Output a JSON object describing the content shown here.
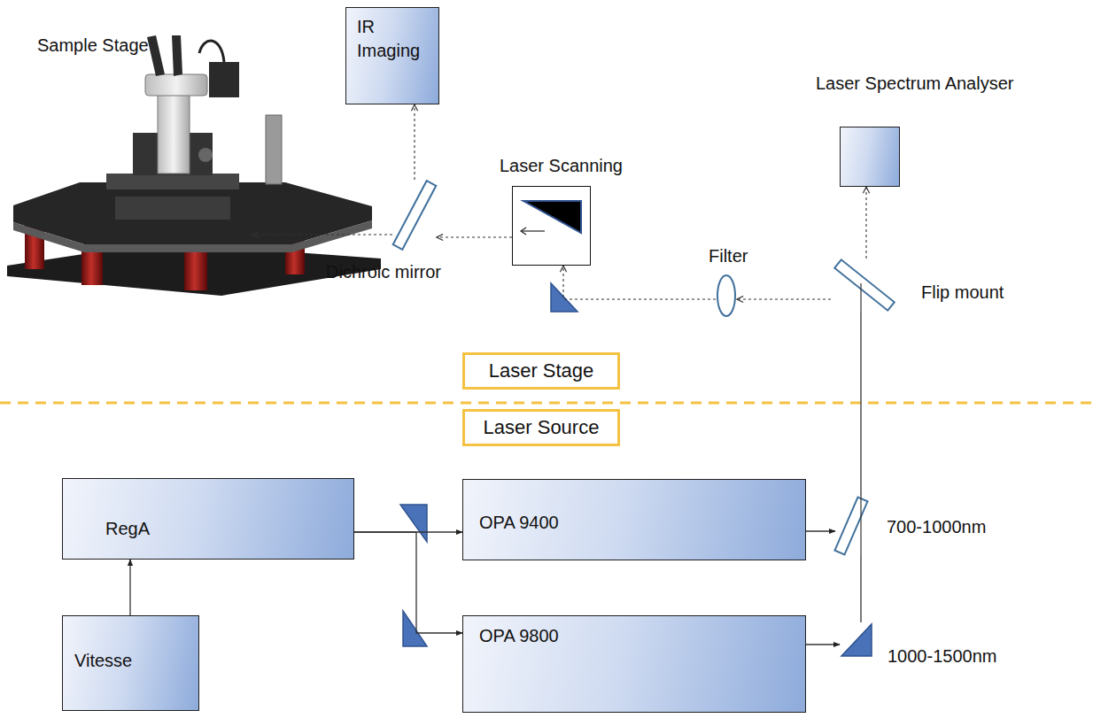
{
  "diagram": {
    "nodes": [
      {
        "text": [
          "Sample Stage"
        ]
      },
      {
        "text": [
          "IR Imaging"
        ]
      },
      {
        "text": [
          "Laser Spectrum Analyser"
        ]
      },
      {
        "text": [
          "Laser Scanning"
        ]
      },
      {
        "text": [
          "Dichroic mirror"
        ]
      },
      {
        "text": [
          "Filter"
        ]
      },
      {
        "text": [
          "Flip mount"
        ]
      },
      {
        "text": [
          "Laser Stage"
        ]
      },
      {
        "text": [
          "Laser Source"
        ]
      },
      {
        "text": [
          "RegA"
        ]
      },
      {
        "text": [
          "OPA 9400"
        ]
      },
      {
        "text": [
          "700-1000nm"
        ]
      },
      {
        "text": [
          "Vitesse"
        ]
      },
      {
        "text": [
          "OPA 9800"
        ]
      },
      {
        "text": [
          "1000-1500nm"
        ]
      }
    ],
    "edges": [
      {
        "from": 3,
        "to": 4,
        "arrow": "to"
      },
      {
        "from": 4,
        "to": 0,
        "arrow": "to"
      },
      {
        "from": 4,
        "to": 1,
        "arrow": "to"
      },
      {
        "from": 6,
        "to": 2,
        "arrow": "to"
      },
      {
        "from": 6,
        "to": 5,
        "arrow": "to"
      },
      {
        "from": 5,
        "to": 3,
        "arrow": "to"
      },
      {
        "from": 12,
        "to": 9,
        "arrow": "to"
      },
      {
        "from": 9,
        "to": 10,
        "arrow": "to"
      },
      {
        "from": 9,
        "to": 13,
        "arrow": "to"
      },
      {
        "from": 10,
        "to": 11,
        "arrow": "to"
      },
      {
        "from": 13,
        "to": 14,
        "arrow": "to"
      },
      {
        "from": 14,
        "to": 11,
        "arrow": "none"
      },
      {
        "from": 11,
        "to": 6,
        "arrow": "none"
      }
    ]
  }
}
